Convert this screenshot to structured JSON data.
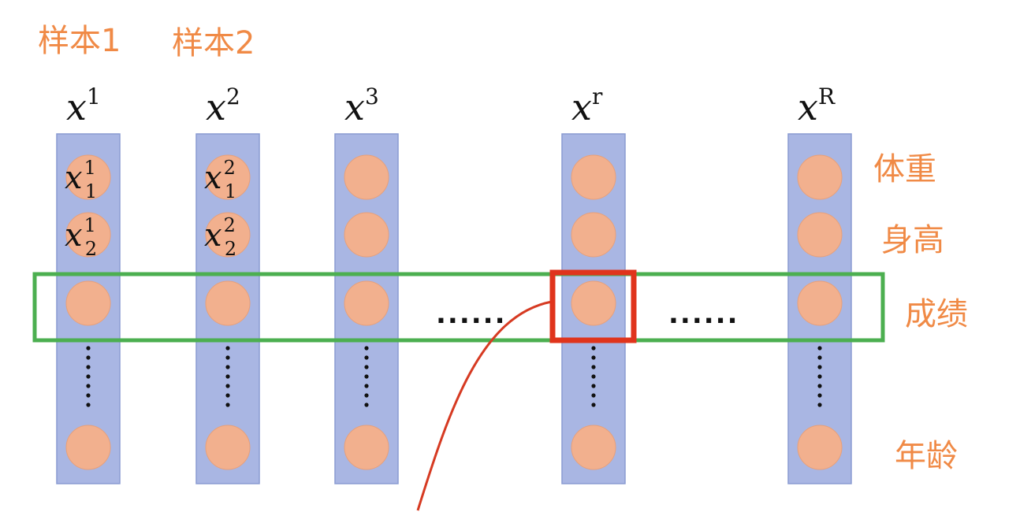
{
  "sample_labels": [
    "样本1",
    "样本2"
  ],
  "columns": [
    {
      "base": "x",
      "sup": "1",
      "cells": [
        {
          "base": "x",
          "sub": "1",
          "sup": "1"
        },
        {
          "base": "x",
          "sub": "2",
          "sup": "1"
        }
      ]
    },
    {
      "base": "x",
      "sup": "2",
      "cells": [
        {
          "base": "x",
          "sub": "1",
          "sup": "2"
        },
        {
          "base": "x",
          "sub": "2",
          "sup": "2"
        }
      ]
    },
    {
      "base": "x",
      "sup": "3",
      "cells": []
    },
    {
      "base": "x",
      "sup": "r",
      "cells": []
    },
    {
      "base": "x",
      "sup": "R",
      "cells": []
    }
  ],
  "feature_labels": [
    "体重",
    "身高",
    "成绩",
    "年龄"
  ],
  "ellipsis": "......",
  "colors": {
    "label": "#f08a46",
    "column": "#a9b6e3",
    "node": "#f2b08e",
    "highlight_row": "#4caf50",
    "highlight_cell": "#e0341c"
  }
}
